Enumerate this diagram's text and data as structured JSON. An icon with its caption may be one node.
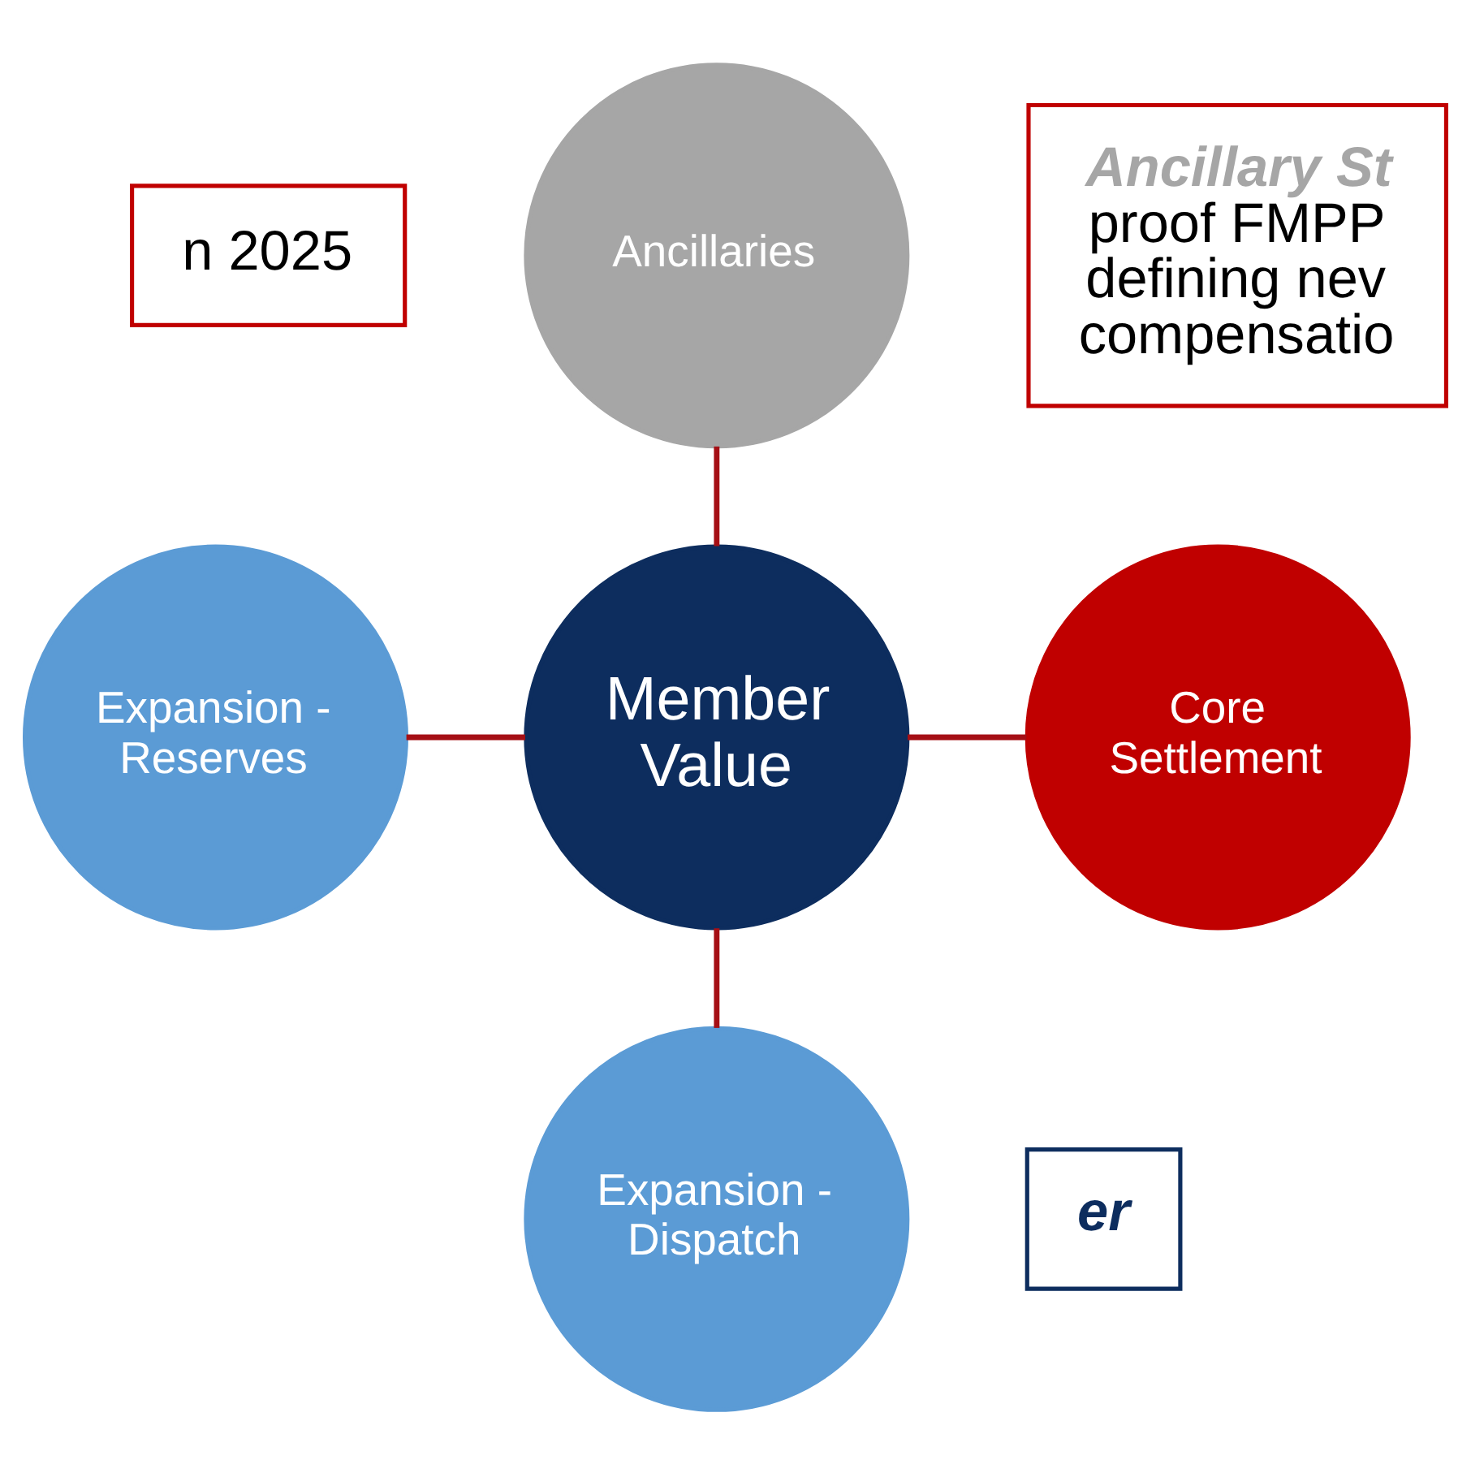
{
  "diagram": {
    "nodes": [
      {
        "text": [
          "n 2025"
        ]
      },
      {
        "text": [
          "Ancillaries"
        ]
      },
      {
        "text": [
          "Ancillary St",
          "proof FMPP defining nev compensatio"
        ]
      },
      {
        "text": [
          "Expansion - Reserves"
        ]
      },
      {
        "text": [
          "Member Value"
        ]
      },
      {
        "text": [
          "Core Settlement"
        ]
      },
      {
        "text": [
          "er"
        ]
      },
      {
        "text": [
          "Expansion - Dispatch"
        ]
      }
    ],
    "edges": [
      {
        "from": 1,
        "to": 4,
        "arrow": "none"
      },
      {
        "from": 3,
        "to": 4,
        "arrow": "none"
      },
      {
        "from": 4,
        "to": 5,
        "arrow": "none"
      },
      {
        "from": 4,
        "to": 7,
        "arrow": "none"
      }
    ]
  }
}
